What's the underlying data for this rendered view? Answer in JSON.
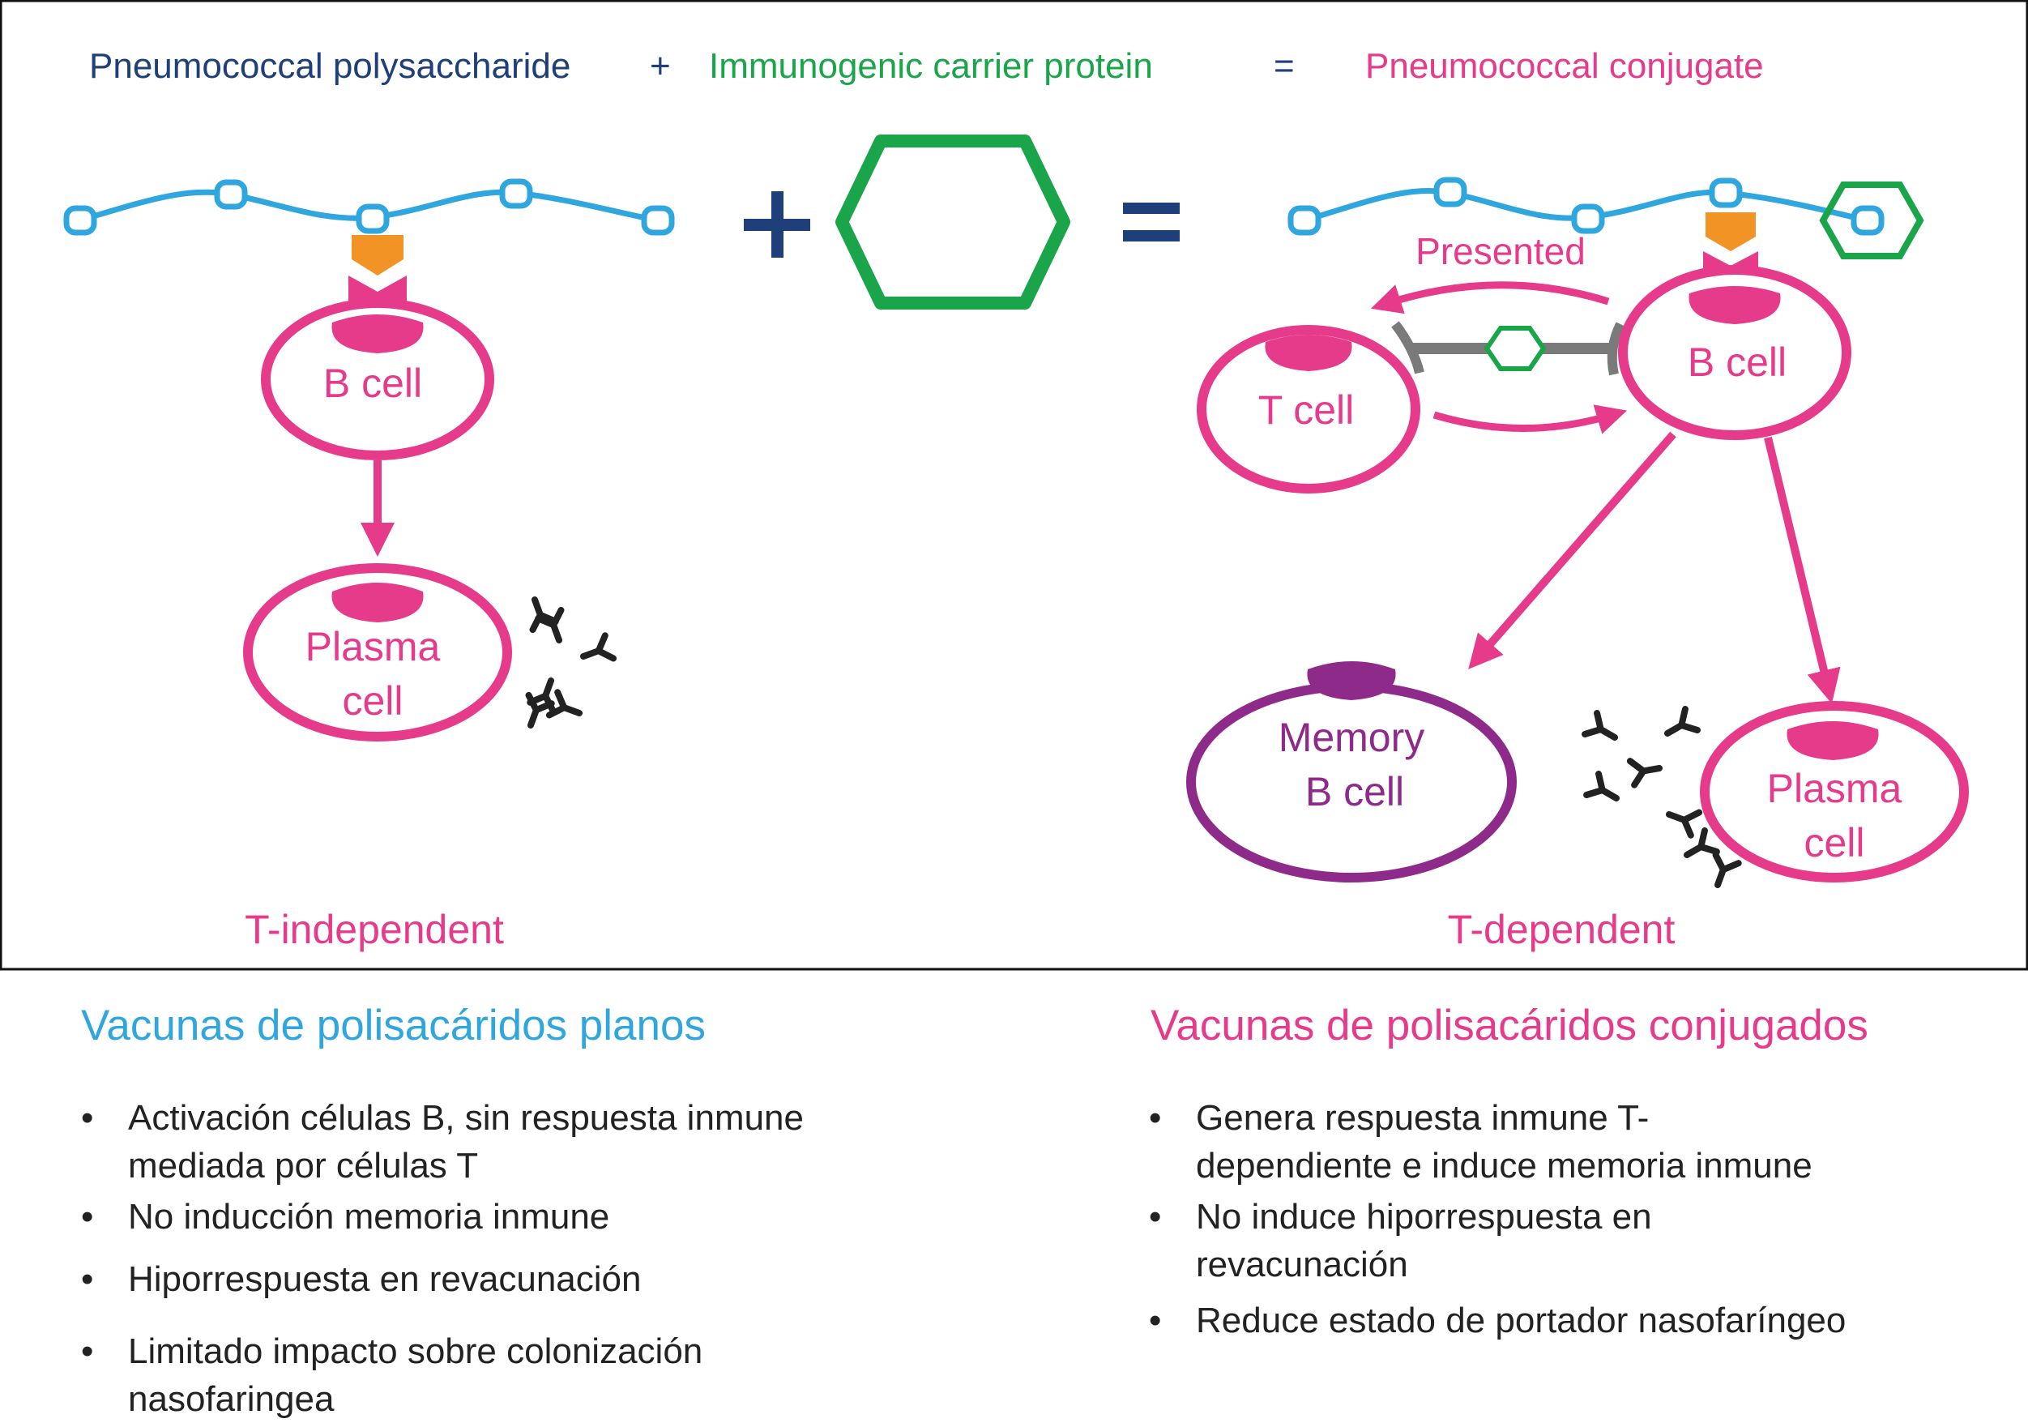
{
  "equation": {
    "polysaccharide": "Pneumococcal polysaccharide",
    "plus": "+",
    "carrier": "Immunogenic carrier protein",
    "equals": "=",
    "conjugate": "Pneumococcal conjugate"
  },
  "left_diagram": {
    "b_cell": "B cell",
    "plasma_line1": "Plasma",
    "plasma_line2": "cell",
    "footer": "T-independent"
  },
  "right_diagram": {
    "presented": "Presented",
    "t_cell": "T cell",
    "b_cell": "B cell",
    "memory_line1": "Memory",
    "memory_line2": "B cell",
    "plasma_line1": "Plasma",
    "plasma_line2": "cell",
    "footer": "T-dependent"
  },
  "left_column": {
    "heading": "Vacunas de polisacáridos planos",
    "bullets": [
      [
        "Activación células B, sin respuesta inmune",
        "mediada por células T"
      ],
      [
        "No inducción memoria inmune"
      ],
      [
        "Hiporrespuesta en revacunación"
      ],
      [
        "Limitado impacto sobre colonización",
        "nasofaringea"
      ]
    ]
  },
  "right_column": {
    "heading": "Vacunas de polisacáridos conjugados",
    "bullets": [
      [
        "Genera respuesta inmune T-",
        "dependiente e induce memoria inmune"
      ],
      [
        "No induce hiporrespuesta en",
        "revacunación"
      ],
      [
        "Reduce estado de portador nasofaríngeo"
      ]
    ]
  },
  "colors": {
    "navy": "#1f3f7a",
    "green": "#1aa54a",
    "pink": "#e63a8a",
    "blue": "#2fa6dd",
    "orange": "#f29425",
    "purple": "#8e2a8a",
    "gray": "#7a7a7a",
    "antibody": "#222222",
    "heading_left": "#2fa6dd",
    "heading_right": "#e63a8a"
  }
}
